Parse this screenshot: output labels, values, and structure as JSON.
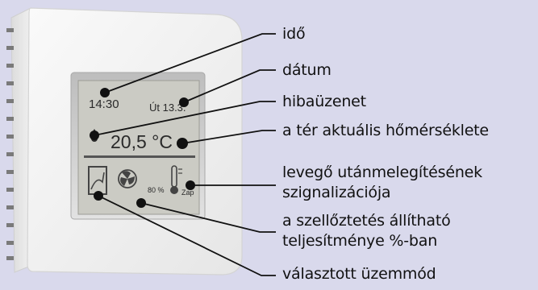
{
  "display": {
    "time": "14:30",
    "date": "Út 13.3.",
    "temperature": "20,5 °C",
    "fan_percent": "80 %",
    "heating_label": "Zap"
  },
  "labels": {
    "time": "idő",
    "date": "dátum",
    "error": "hibaüzenet",
    "room_temp": "a tér aktuális hőmérséklete",
    "reheat_line1": "levegő utánmelegítésének",
    "reheat_line2": "szignalizációja",
    "ventilation_line1": "a szellőztetés állítható",
    "ventilation_line2": "teljesítménye %-ban",
    "mode": "választott üzemmód"
  },
  "colors": {
    "background": "#d9d9ec",
    "device": "#f2f2f2",
    "screen": "#c9c9c2",
    "leader": "#111111"
  }
}
